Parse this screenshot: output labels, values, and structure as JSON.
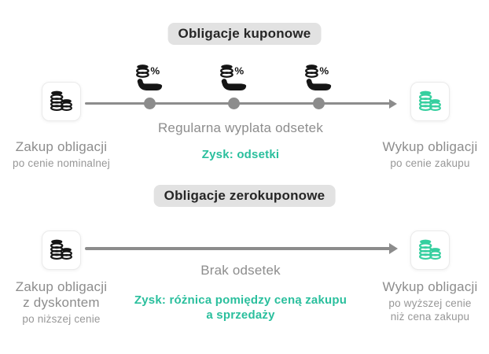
{
  "colors": {
    "accent_text": "#2abf9d",
    "coin_green": "#36cf9f",
    "icon_black": "#151515",
    "gray_text": "#8d8d8d",
    "gray_subtext": "#979797",
    "timeline": "#8c8c8c",
    "badge_bg": "#e2e2e2",
    "badge_text": "#262626",
    "background": "#ffffff"
  },
  "sections": [
    {
      "badge": "Obligacje kuponowe",
      "left": {
        "icon": "coins-black-icon",
        "title_lines": [
          "Zakup obligacji"
        ],
        "subtitle_lines": [
          "po cenie nominalnej"
        ]
      },
      "center": {
        "label": "Regularna wyplata odsetek",
        "profit_lines": [
          "Zysk: odsetki"
        ]
      },
      "right": {
        "icon": "coins-green-icon",
        "title_lines": [
          "Wykup obligacji"
        ],
        "subtitle_lines": [
          "po cenie zakupu"
        ]
      },
      "timeline": {
        "interest_events": 3,
        "event_icon": "hand-coins-percent-icon",
        "arrow_icon": "arrow-right-icon"
      }
    },
    {
      "badge": "Obligacje zerokuponowe",
      "left": {
        "icon": "coins-black-icon",
        "title_lines": [
          "Zakup obligacji",
          "z dyskontem"
        ],
        "subtitle_lines": [
          "po niższej cenie"
        ]
      },
      "center": {
        "label": "Brak odsetek",
        "profit_lines": [
          "Zysk: różnica pomiędzy ceną zakupu",
          "a sprzedaży"
        ]
      },
      "right": {
        "icon": "coins-green-icon",
        "title_lines": [
          "Wykup obligacji"
        ],
        "subtitle_lines": [
          "po wyższej cenie",
          "niż cena zakupu"
        ]
      },
      "timeline": {
        "interest_events": 0,
        "arrow_icon": "arrow-right-icon"
      }
    }
  ]
}
